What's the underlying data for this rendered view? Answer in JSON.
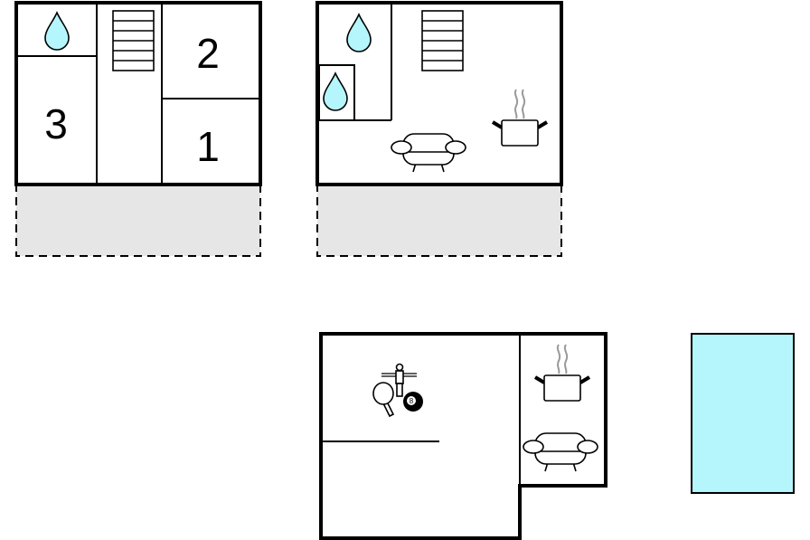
{
  "plans": {
    "upper_floor": {
      "rooms": [
        {
          "label": "3"
        },
        {
          "label": "2"
        },
        {
          "label": "1"
        }
      ]
    },
    "ground_floor": {
      "icons": [
        "water-drop-icon",
        "water-drop-icon",
        "stairs-icon",
        "sofa-icon",
        "cooking-pot-icon"
      ]
    },
    "annex": {
      "icons": [
        "table-football-icon",
        "ping-pong-icon",
        "billiard-ball-icon",
        "cooking-pot-icon",
        "sofa-icon"
      ],
      "billiard_ball_label": "8"
    },
    "pool": {}
  },
  "colors": {
    "water": "#b4f6fb",
    "terrace": "#e6e6e6",
    "wall": "#000000"
  }
}
